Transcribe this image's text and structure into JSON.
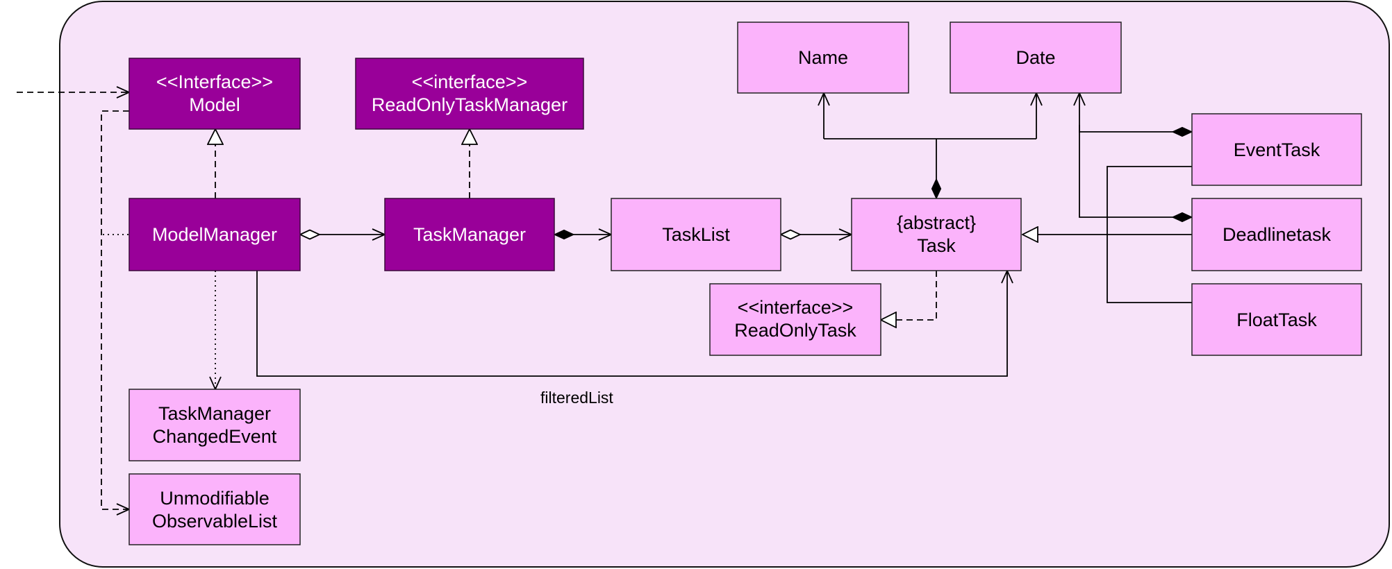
{
  "colors": {
    "container_fill": "#f7e3f9",
    "dark_box": "#990099",
    "light_box": "#fbb3fb"
  },
  "boxes": {
    "model": {
      "lines": [
        "<<Interface>>",
        "Model"
      ]
    },
    "readonly_task_manager": {
      "lines": [
        "<<interface>>",
        "ReadOnlyTaskManager"
      ]
    },
    "model_manager": {
      "lines": [
        "ModelManager"
      ]
    },
    "task_manager": {
      "lines": [
        "TaskManager"
      ]
    },
    "task_list": {
      "lines": [
        "TaskList"
      ]
    },
    "task": {
      "lines": [
        "{abstract}",
        "Task"
      ]
    },
    "readonly_task": {
      "lines": [
        "<<interface>>",
        "ReadOnlyTask"
      ]
    },
    "name": {
      "lines": [
        "Name"
      ]
    },
    "date": {
      "lines": [
        "Date"
      ]
    },
    "event_task": {
      "lines": [
        "EventTask"
      ]
    },
    "deadline_task": {
      "lines": [
        "Deadlinetask"
      ]
    },
    "float_task": {
      "lines": [
        "FloatTask"
      ]
    },
    "task_manager_changed_event": {
      "lines": [
        "TaskManager",
        "ChangedEvent"
      ]
    },
    "unmodifiable_observable_list": {
      "lines": [
        "Unmodifiable",
        "ObservableList"
      ]
    }
  },
  "labels": {
    "filtered_list": "filteredList"
  }
}
